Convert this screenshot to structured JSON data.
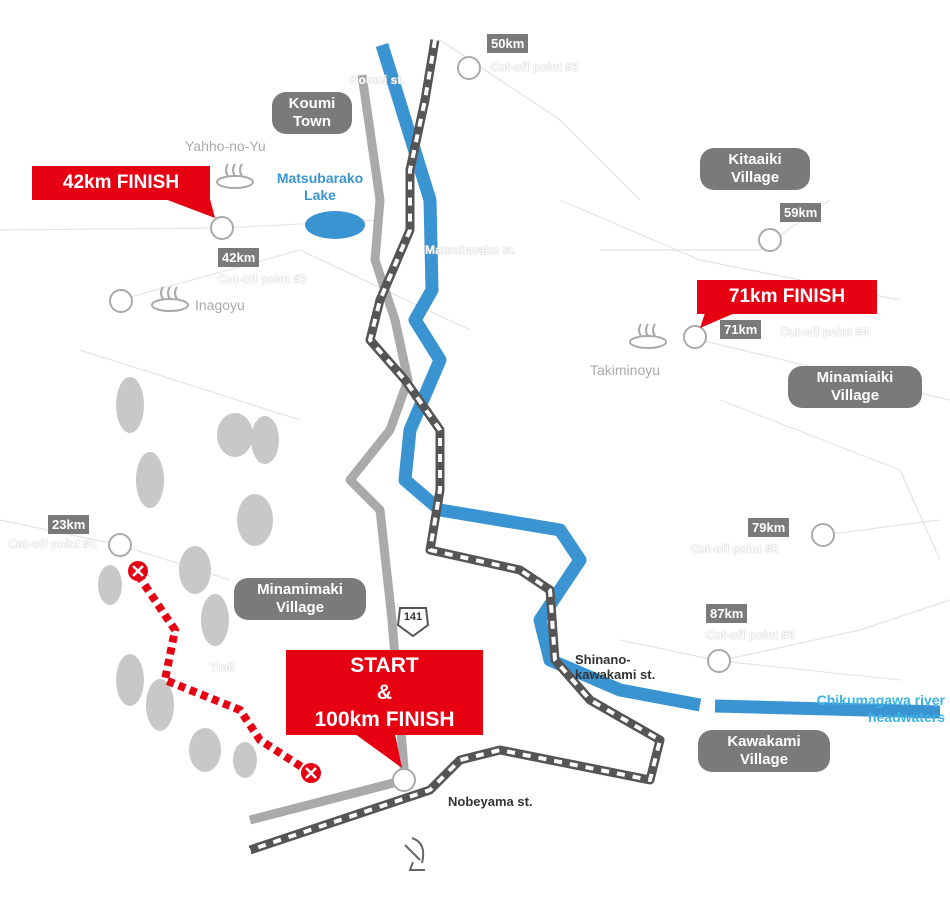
{
  "colors": {
    "river": "#3a94d2",
    "finish": "#e60012",
    "badge": "#7a7a7a",
    "headwaters": "#3ab4e6"
  },
  "finishes": {
    "f42": "42km FINISH",
    "f71": "71km FINISH",
    "start_line1": "START",
    "start_line2": "&",
    "start_line3": "100km FINISH"
  },
  "villages": {
    "koumi": [
      "Koumi",
      "Town"
    ],
    "kitaaiki": [
      "Kitaaiki",
      "Village"
    ],
    "minamiaiki": [
      "Minamiaiki",
      "Village"
    ],
    "minamimaki": [
      "Minamimaki",
      "Village"
    ],
    "kawakami": [
      "Kawakami",
      "Village"
    ]
  },
  "checkpoints": [
    {
      "km": "23km",
      "label": "Cut-off point #1"
    },
    {
      "km": "42km",
      "label": "Cut-off point #2"
    },
    {
      "km": "50km",
      "label": "Cut-off point #3"
    },
    {
      "km": "59km"
    },
    {
      "km": "71km",
      "label": "Cut-off point #4"
    },
    {
      "km": "79km",
      "label": "Cut-off point #5"
    },
    {
      "km": "87km",
      "label": "Cut-off point #6"
    }
  ],
  "onsen": {
    "yahho": "Yahho-no-Yu",
    "inagoyu": "Inagoyu",
    "takiminoyu": "Takiminoyu"
  },
  "lake": [
    "Matsubarako",
    "Lake"
  ],
  "stations": {
    "koumi": "Koumi st.",
    "matsubarako": "Matsubarako st.",
    "nobeyama": "Nobeyama st.",
    "shinano": [
      "Shinano-",
      "kawakami st."
    ]
  },
  "river": [
    "Chikumagawa river",
    "headwaters"
  ],
  "route_number": "141",
  "trail": "Trail"
}
